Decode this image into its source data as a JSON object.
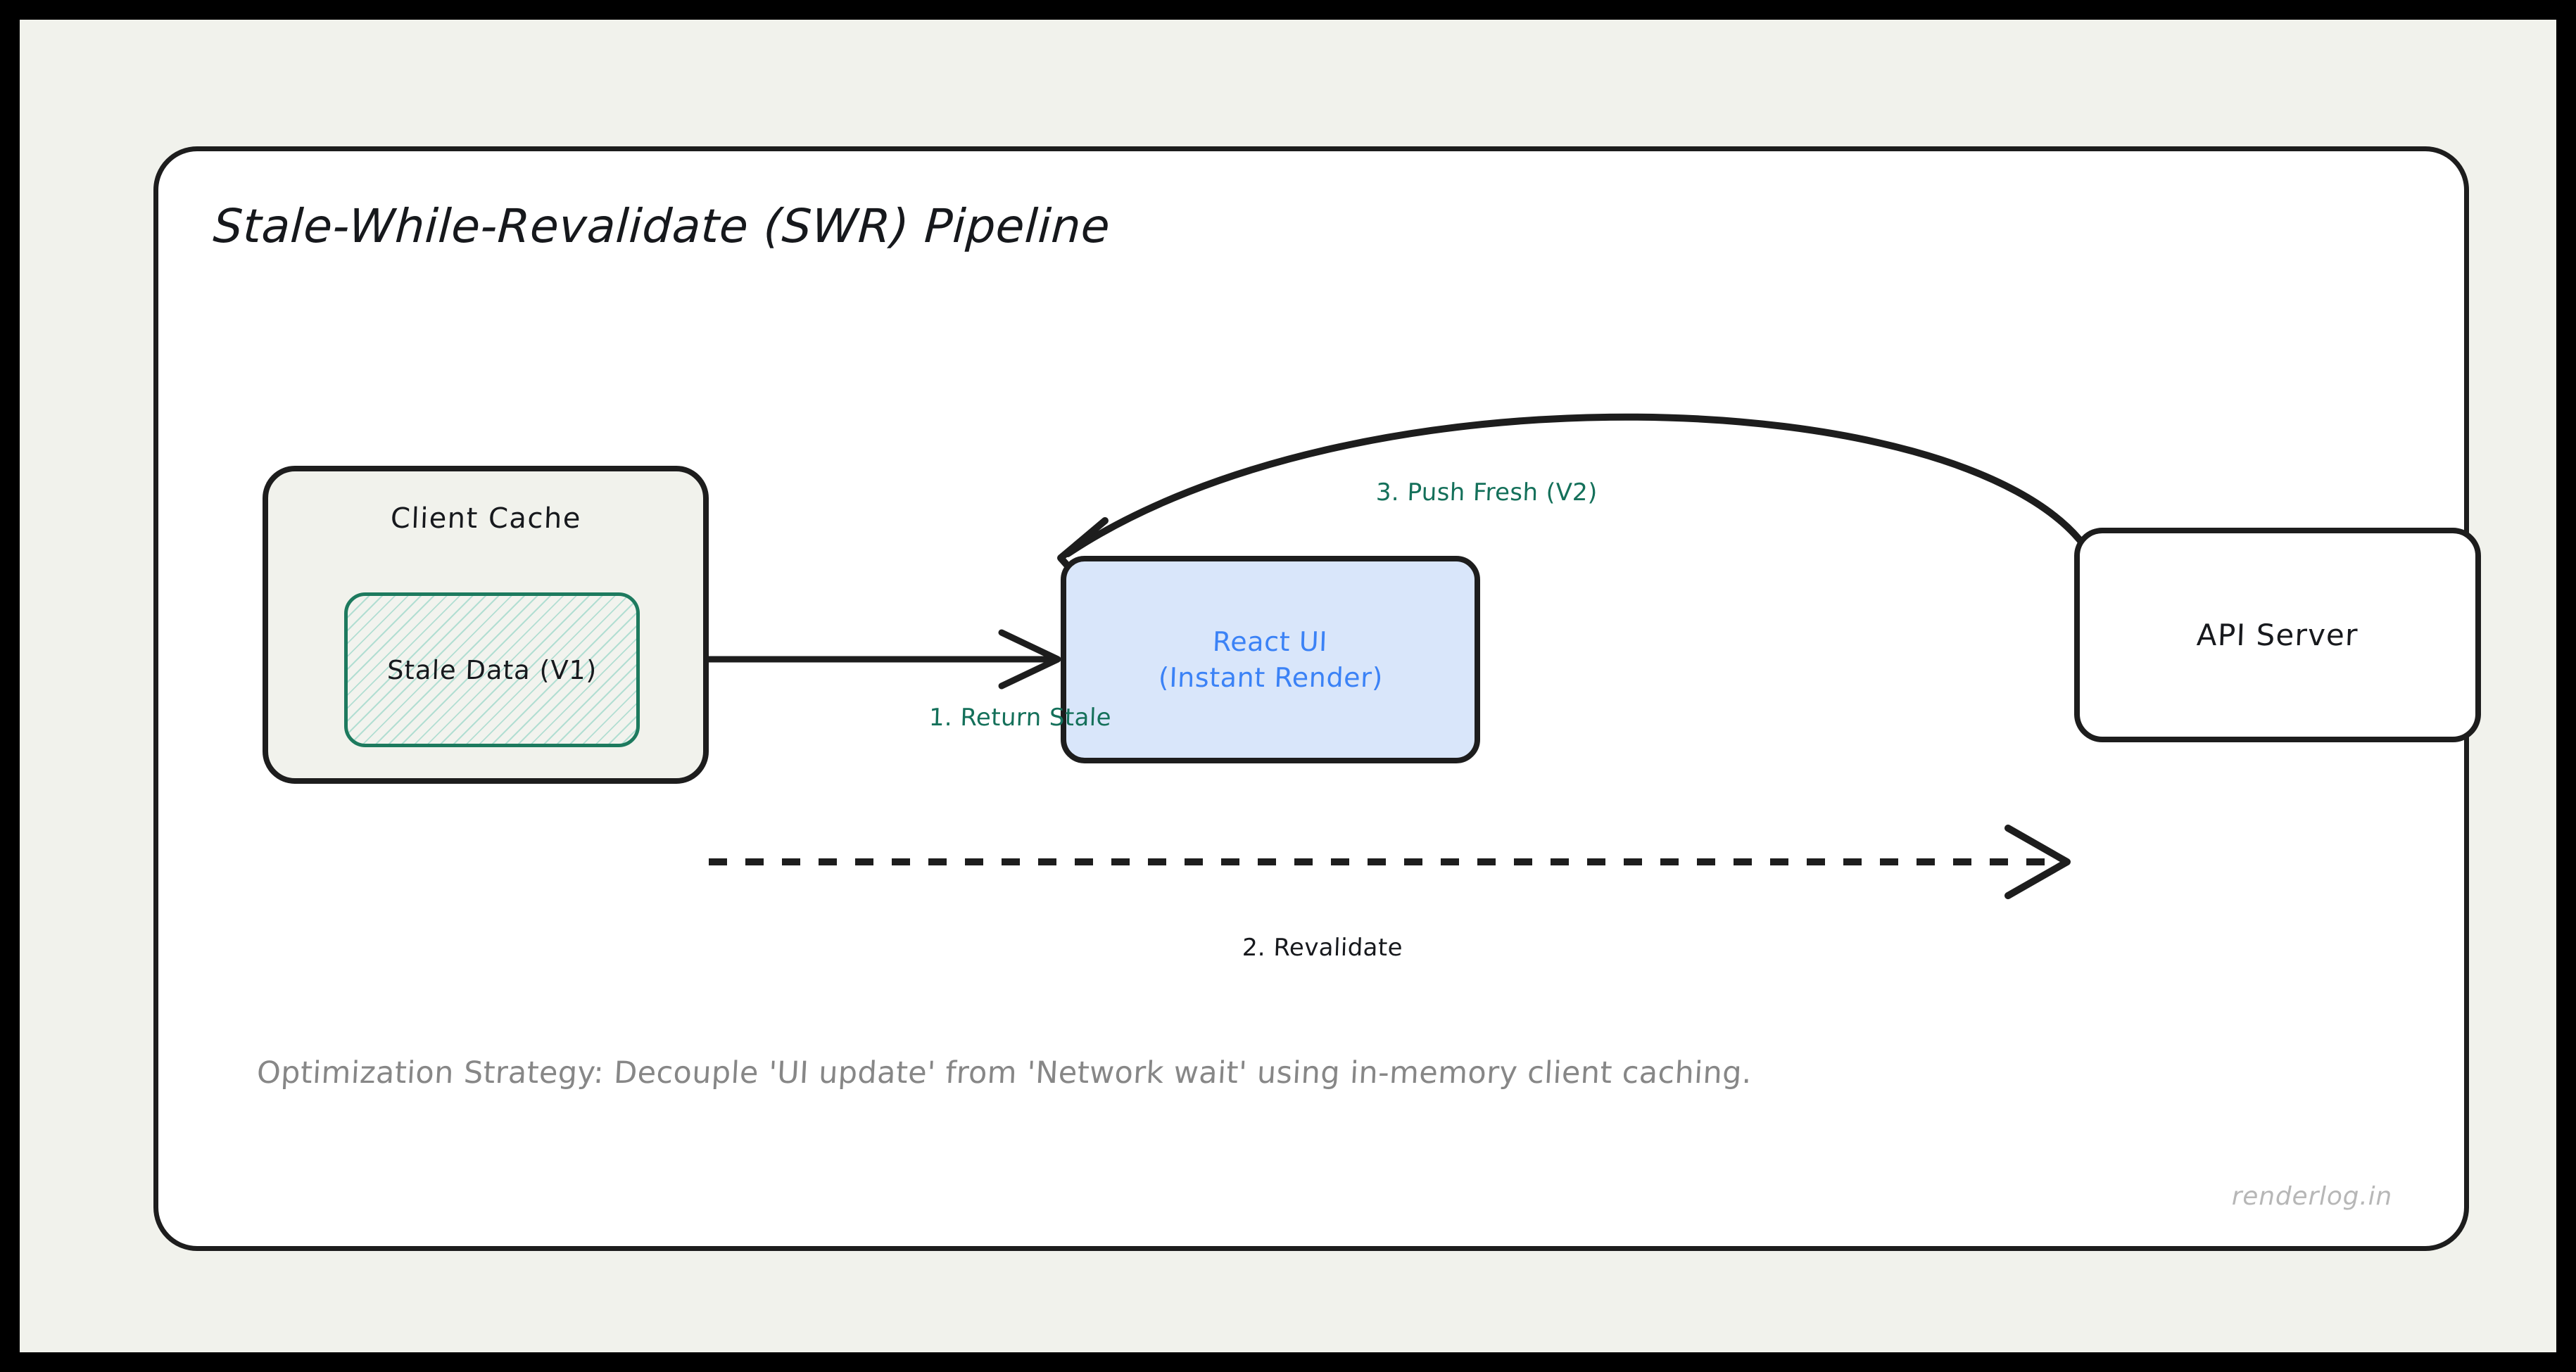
{
  "diagram": {
    "title": "Stale-While-Revalidate (SWR) Pipeline",
    "footer_note": "Optimization Strategy: Decouple 'UI update' from 'Network wait' using in-memory client caching.",
    "watermark": "renderlog.in",
    "nodes": [
      {
        "id": "client-cache",
        "label": "Client Cache",
        "fill": "#f1f2ec",
        "stroke": "#1d1d1d",
        "child": {
          "id": "stale-data",
          "label": "Stale Data (V1)",
          "stroke": "#1d7a5e",
          "hatch": "#7dcdbc"
        }
      },
      {
        "id": "react-ui",
        "label_line1": "React UI",
        "label_line2": "(Instant Render)",
        "fill": "#d9e6fa",
        "stroke": "#1d1d1d",
        "text_color": "#3b82f6"
      },
      {
        "id": "api-server",
        "label": "API Server",
        "fill": "#ffffff",
        "stroke": "#1d1d1d"
      }
    ],
    "edges": [
      {
        "id": "return-stale",
        "label": "1. Return Stale",
        "from": "client-cache",
        "to": "react-ui",
        "style": "solid",
        "color": "#14705a"
      },
      {
        "id": "revalidate",
        "label": "2. Revalidate",
        "from": "client-cache",
        "to": "api-server",
        "style": "dashed",
        "color": "#17191d"
      },
      {
        "id": "push-fresh",
        "label": "3. Push Fresh (V2)",
        "from": "api-server",
        "to": "react-ui",
        "style": "curved",
        "color": "#14705a"
      }
    ],
    "colors": {
      "frame": "#000000",
      "page_background": "#f1f2ec",
      "card_background": "#ffffff",
      "card_border": "#1d1d1d",
      "accent_green": "#14705a",
      "accent_blue": "#3b82f6",
      "muted_text": "#878787"
    }
  }
}
